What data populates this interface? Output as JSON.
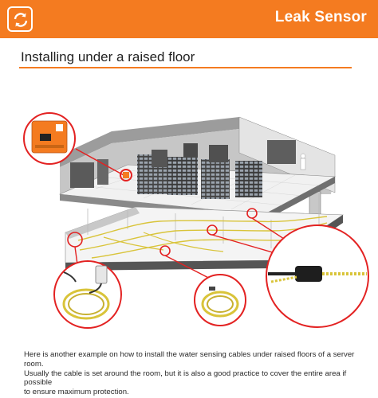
{
  "header": {
    "title": "Leak Sensor",
    "logo_icon": "refresh-arrows-icon",
    "brand_color": "#f47b20"
  },
  "section": {
    "title": "Installing under a raised floor"
  },
  "illustration": {
    "zoom_callouts": [
      "sensor-unit",
      "cable-coil-with-junction",
      "cable-coil",
      "cable-connector"
    ]
  },
  "caption": {
    "lines": [
      "Here is another example on how to install the water sensing cables under raised floors of a server room.",
      "Usually the cable is set around the room, but it is also a good practice to cover the entire area if possible",
      "to ensure maximum protection."
    ]
  }
}
